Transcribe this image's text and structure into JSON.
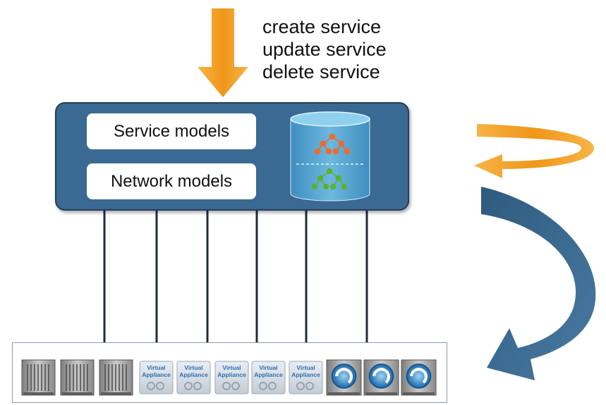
{
  "operations": [
    "create service",
    "update service",
    "delete service"
  ],
  "models": {
    "service": "Service models",
    "network": "Network models"
  },
  "virtual_appliance": {
    "line1": "Virtual",
    "line2": "Appliance"
  },
  "colors": {
    "orange_arrow": "#f39a1d",
    "controller_fill": "#3a6a93",
    "controller_border": "#233e58",
    "blue_arrow": "#3d6c92",
    "database_fill": "#5aa6d0",
    "tree_orange": "#f2692a",
    "tree_green": "#5bb22f"
  },
  "devices": [
    "chassis",
    "chassis",
    "chassis",
    "virtual-appliance",
    "virtual-appliance",
    "virtual-appliance",
    "virtual-appliance",
    "virtual-appliance",
    "router",
    "router",
    "router"
  ]
}
